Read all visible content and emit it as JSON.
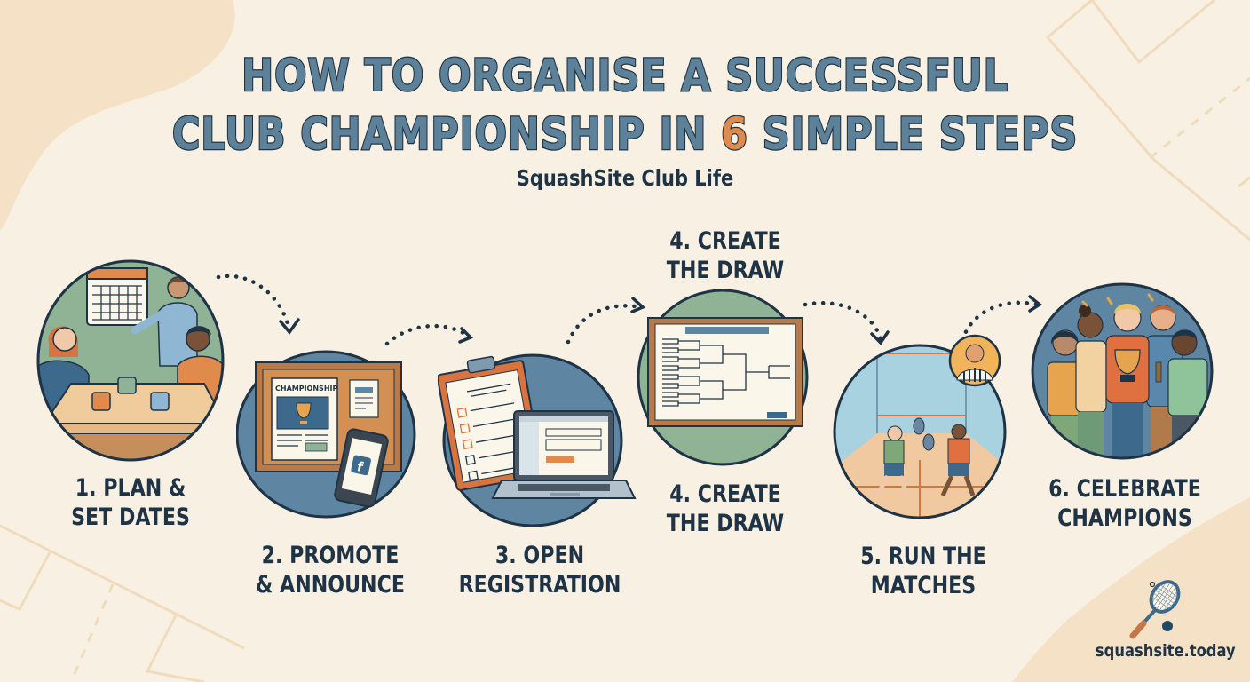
{
  "header": {
    "title_line1": "HOW TO ORGANISE A SUCCESSFUL",
    "title_line2_prefix": "CLUB CHAMPIONSHIP IN ",
    "title_line2_number": "6",
    "title_line2_suffix": " SIMPLE STEPS",
    "subtitle": "SquashSite Club Life"
  },
  "steps": [
    {
      "number": "1",
      "line1": "1. PLAN &",
      "line2": "SET DATES",
      "illustration": "planning-meeting-calendar",
      "circle_color": "#8fb394"
    },
    {
      "number": "2",
      "line1": "2. PROMOTE",
      "line2": "& ANNOUNCE",
      "illustration": "noticeboard-poster-phone",
      "circle_color": "#5e86a3",
      "poster_heading": "CHAMPIONSHIP"
    },
    {
      "number": "3",
      "line1": "3. OPEN",
      "line2": "REGISTRATION",
      "illustration": "clipboard-laptop-form",
      "circle_color": "#5e86a3"
    },
    {
      "number": "4",
      "line1": "4. CREATE",
      "line2": "THE DRAW",
      "illustration": "tournament-bracket-board",
      "circle_color": "#8fb394",
      "top_label_line1": "4. CREATE",
      "top_label_line2": "THE DRAW"
    },
    {
      "number": "5",
      "line1": "5. RUN THE",
      "line2": "MATCHES",
      "illustration": "squash-court-players-referee",
      "circle_color": "#b9dce6"
    },
    {
      "number": "6",
      "line1": "6. CELEBRATE",
      "line2": "CHAMPIONS",
      "illustration": "group-with-trophy",
      "circle_color": "#5e86a3"
    }
  ],
  "footer": {
    "url": "squashsite.today",
    "logo_icon": "squash-racket-ball-icon"
  },
  "colors": {
    "background": "#f8f0e2",
    "blob": "#f5e2c6",
    "title_fill": "#5d8199",
    "title_outline": "#1e3345",
    "accent": "#e08a4c",
    "text_dark": "#1e3345",
    "green_circle": "#8fb394",
    "blue_circle": "#5e86a3"
  }
}
